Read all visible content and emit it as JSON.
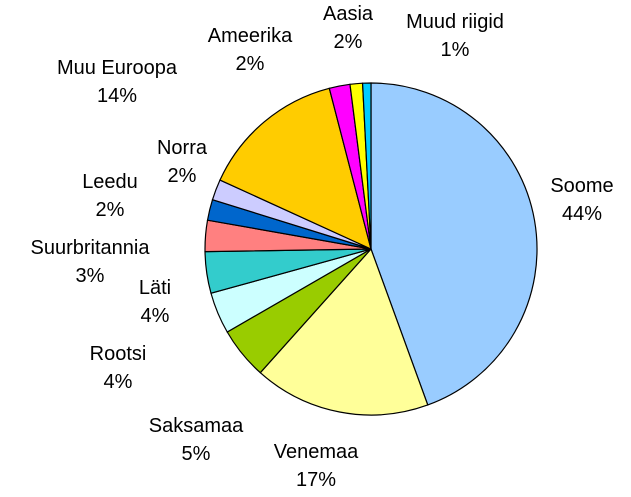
{
  "chart_data": {
    "type": "pie",
    "start_angle_deg": 0,
    "direction": "clockwise",
    "slices": [
      {
        "label": "Soome",
        "value": 44,
        "value_label": "44%",
        "color": "#99ccff"
      },
      {
        "label": "Venemaa",
        "value": 17,
        "value_label": "17%",
        "color": "#ffff99"
      },
      {
        "label": "Saksamaa",
        "value": 5,
        "value_label": "5%",
        "color": "#99cc00"
      },
      {
        "label": "Rootsi",
        "value": 4,
        "value_label": "4%",
        "color": "#ccffff"
      },
      {
        "label": "Läti",
        "value": 4,
        "value_label": "4%",
        "color": "#33cccc"
      },
      {
        "label": "Suurbritannia",
        "value": 3,
        "value_label": "3%",
        "color": "#ff8080"
      },
      {
        "label": "Leedu",
        "value": 2,
        "value_label": "2%",
        "color": "#0066cc"
      },
      {
        "label": "Norra",
        "value": 2,
        "value_label": "2%",
        "color": "#ccccff"
      },
      {
        "label": "Muu Euroopa",
        "value": 14,
        "value_label": "14%",
        "color": "#ffcc00"
      },
      {
        "label": "Ameerika",
        "value": 2,
        "value_label": "2%",
        "color": "#ff00ff"
      },
      {
        "label": "Aasia",
        "value": 1.2,
        "value_label": "2%",
        "color": "#ffff00"
      },
      {
        "label": "Muud riigid",
        "value": 0.8,
        "value_label": "1%",
        "color": "#00ccff"
      }
    ]
  }
}
